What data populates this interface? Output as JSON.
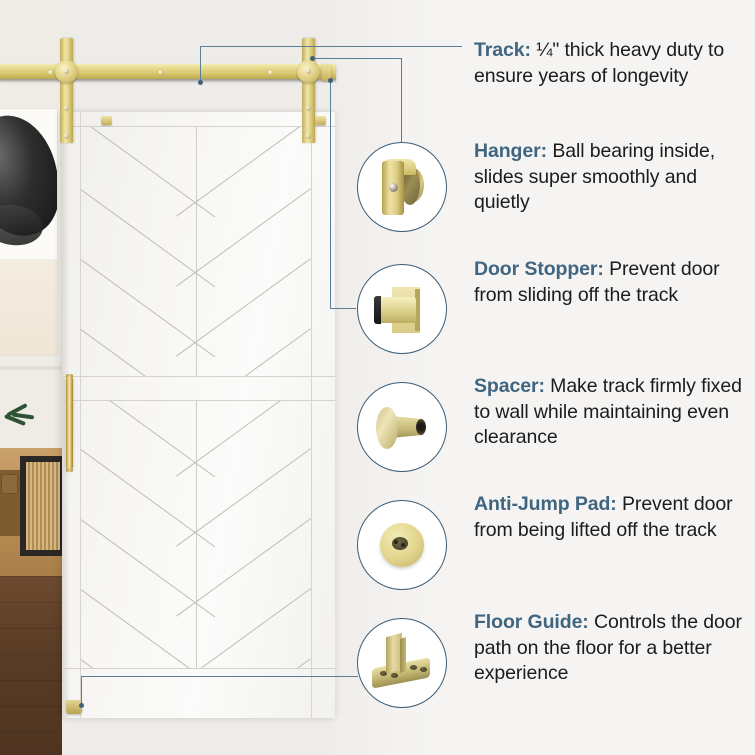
{
  "product": {
    "type": "sliding-barn-door-hardware-infographic",
    "door_style": "chevron-panel-barn-door",
    "hardware_finish": "gold / brass",
    "accent_color": "#3f6580",
    "body_text_color": "#1c1c1c",
    "panel_background": "#f5f4f2",
    "wall_color": "#eeece8",
    "leader_line_color": "#5b7e97",
    "callout_ring_color": "#3c5d76"
  },
  "callouts": [
    {
      "id": "track",
      "title": "Track:",
      "body": "¼\" thick heavy duty to ensure years of longevity",
      "icon": "track-rail-icon",
      "has_bubble": false
    },
    {
      "id": "hanger",
      "title": "Hanger:",
      "body": "Ball bearing inside, slides super smoothly and quietly",
      "icon": "hanger-roller-icon",
      "has_bubble": true
    },
    {
      "id": "door-stopper",
      "title": "Door Stopper:",
      "body": "Prevent door from sliding off the track",
      "icon": "door-stopper-icon",
      "has_bubble": true
    },
    {
      "id": "spacer",
      "title": "Spacer:",
      "body": "Make track firmly fixed to wall while maintaining even clearance",
      "icon": "spacer-standoff-icon",
      "has_bubble": true
    },
    {
      "id": "anti-jump-pad",
      "title": "Anti-Jump Pad:",
      "body": "Prevent door from being lifted off the track",
      "icon": "anti-jump-pad-icon",
      "has_bubble": true
    },
    {
      "id": "floor-guide",
      "title": "Floor Guide:",
      "body": "Controls the door path on the floor for a better experience",
      "icon": "floor-guide-icon",
      "has_bubble": true
    }
  ],
  "scene": {
    "room_items": [
      "abstract-wall-art",
      "plant",
      "rattan-credenza",
      "wood-floor"
    ],
    "door_hardware_visible": [
      "track",
      "left-hanger",
      "right-hanger",
      "end-cap",
      "floor-guide",
      "handle"
    ]
  }
}
